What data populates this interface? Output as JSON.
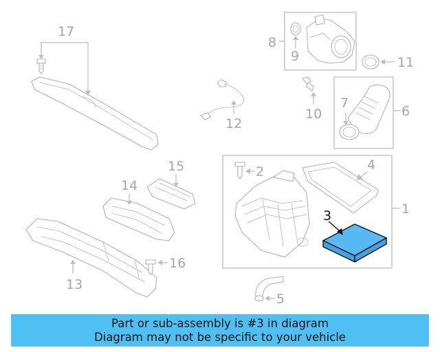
{
  "diagram": {
    "callouts": [
      {
        "id": "1",
        "highlighted": false
      },
      {
        "id": "2",
        "highlighted": false
      },
      {
        "id": "3",
        "highlighted": true
      },
      {
        "id": "4",
        "highlighted": false
      },
      {
        "id": "5",
        "highlighted": false
      },
      {
        "id": "6",
        "highlighted": false
      },
      {
        "id": "7",
        "highlighted": false
      },
      {
        "id": "8",
        "highlighted": false
      },
      {
        "id": "9",
        "highlighted": false
      },
      {
        "id": "10",
        "highlighted": false
      },
      {
        "id": "11",
        "highlighted": false
      },
      {
        "id": "12",
        "highlighted": false
      },
      {
        "id": "13",
        "highlighted": false
      },
      {
        "id": "14",
        "highlighted": false
      },
      {
        "id": "15",
        "highlighted": false
      },
      {
        "id": "16",
        "highlighted": false
      },
      {
        "id": "17",
        "highlighted": false
      }
    ],
    "highlight_color": "#57baf2",
    "line_color": "#bdbdbd"
  },
  "banner": {
    "line1": "Part or sub-assembly is #3 in diagram",
    "line2": "Diagram may not be specific to your vehicle",
    "background": "#4fc0f4"
  }
}
